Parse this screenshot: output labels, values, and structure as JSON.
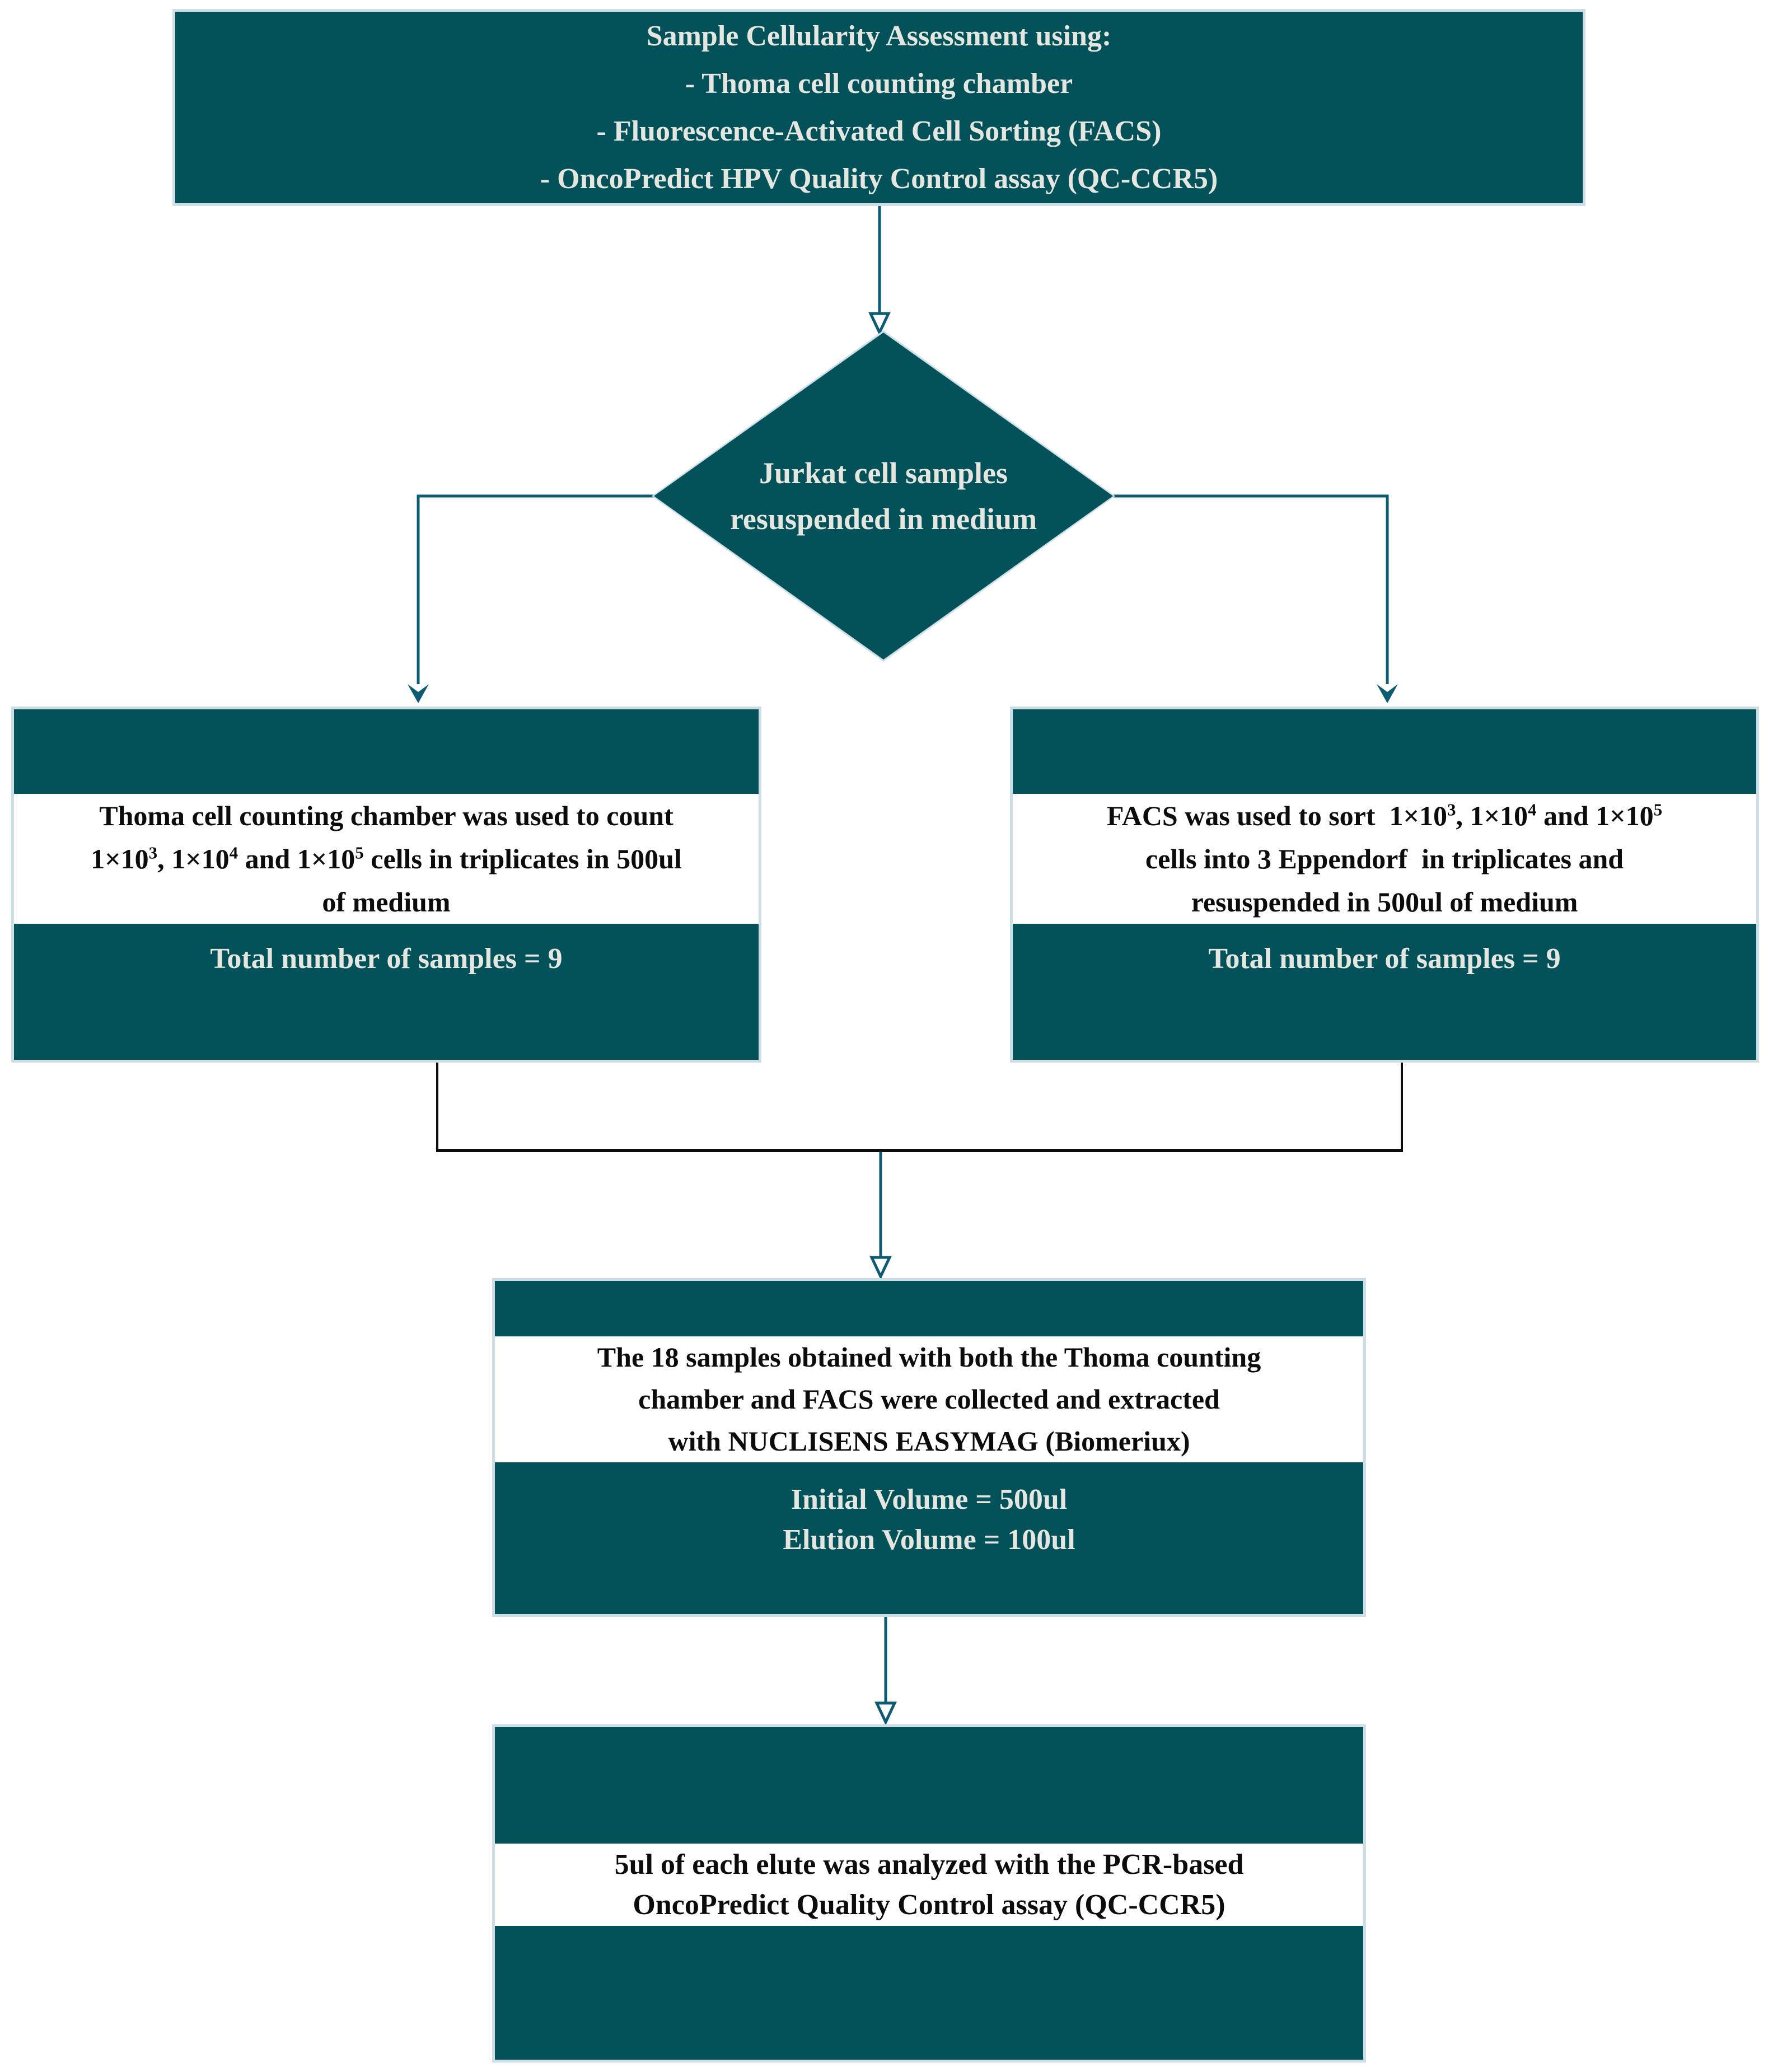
{
  "colors": {
    "background": "#FFFFFF",
    "box_teal": "#03525A",
    "border_light": "#CDDEE7",
    "arrow_teal": "#0B5B73",
    "connector_black": "#0D0D0D",
    "text_light": "#E4E6DF",
    "text_dark": "#0C0C0C"
  },
  "top_box": {
    "lines": [
      "Sample Cellularity Assessment using:",
      "- Thoma cell counting chamber",
      "- Fluorescence-Activated Cell Sorting (FACS)",
      "- OncoPredict HPV Quality Control assay (QC-CCR5)"
    ]
  },
  "decision_diamond": {
    "lines": [
      "Jurkat cell samples",
      "resuspended in medium"
    ]
  },
  "left_box": {
    "description_lines": [
      "Thoma cell counting chamber was used to count",
      "1×10<sup>3</sup>, 1×10<sup>4</sup> and 1×10<sup>5</sup> cells in triplicates in 500ul",
      "of medium"
    ],
    "total_label": "Total number of samples = 9"
  },
  "right_box": {
    "description_lines": [
      "FACS was used to sort&nbsp; 1×10<sup>3</sup>, 1×10<sup>4</sup> and 1×10<sup>5</sup>",
      "cells into 3 Eppendorf&nbsp; in triplicates and",
      "resuspended in 500ul of medium"
    ],
    "total_label": "Total number of samples = 9"
  },
  "middle_box": {
    "description_lines": [
      "The 18 samples obtained with both the Thoma counting",
      "chamber and FACS were collected and extracted",
      "with NUCLISENS EASYMAG (Biomeriux)"
    ],
    "volume_lines": [
      "Initial Volume = 500ul",
      "Elution Volume = 100ul"
    ]
  },
  "bottom_box": {
    "description_lines": [
      "5ul of each elute was analyzed with the PCR-based",
      "OncoPredict Quality Control assay (QC-CCR5)"
    ]
  }
}
